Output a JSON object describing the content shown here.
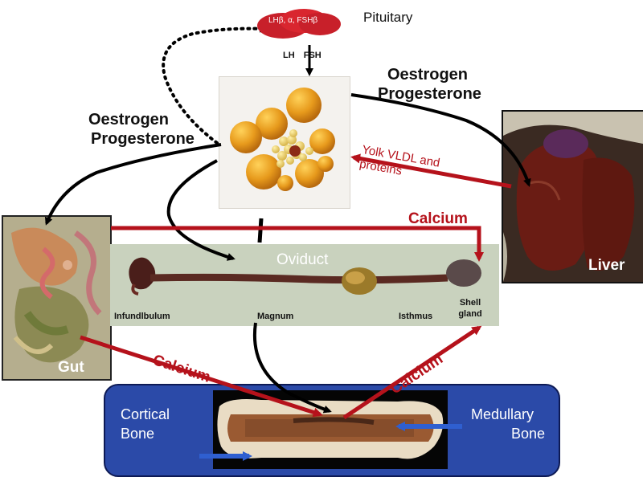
{
  "pituitary": {
    "hormones_label": "LHβ, α, FSHβ",
    "label": "Pituitary",
    "released": "LH FSH"
  },
  "hormones_left": {
    "line1": "Oestrogen",
    "line2": "Progesterone"
  },
  "hormones_right": {
    "line1": "Oestrogen",
    "line2": "Progesterone"
  },
  "liver": {
    "label": "Liver"
  },
  "gut": {
    "label": "Gut"
  },
  "yolk_transport": {
    "line1": "Yolk VLDL and",
    "line2": "proteins"
  },
  "calcium_label": "Calcium",
  "oviduct": {
    "title": "Oviduct",
    "segments": [
      "Infundlbulum",
      "Magnum",
      "Isthmus",
      "Shell gland"
    ]
  },
  "bone": {
    "cortical_line1": "Cortical",
    "cortical_line2": "Bone",
    "medullary_line1": "Medullary",
    "medullary_line2": "Bone"
  },
  "colors": {
    "calcium_arrow": "#b5121b",
    "hormone_arrow": "#000000",
    "bone_panel": "#2b4aa8",
    "pituitary": "#c8202a"
  }
}
